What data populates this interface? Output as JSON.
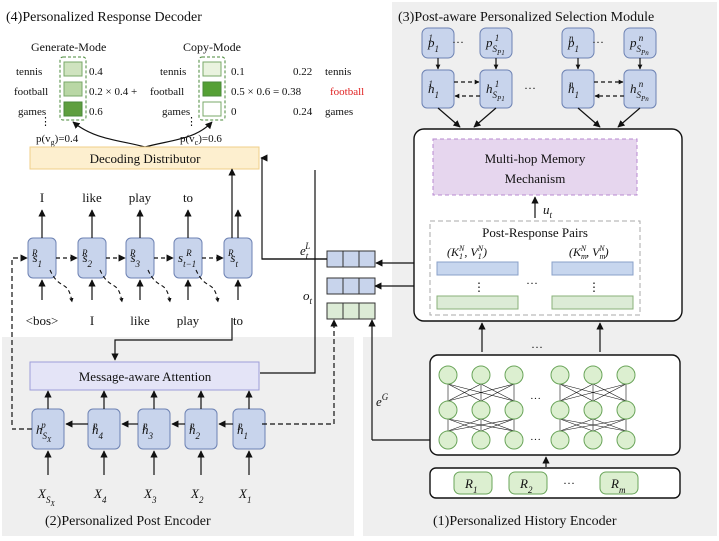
{
  "sections": {
    "decoder": "(4)Personalized Response Decoder",
    "selection": "(3)Post-aware Personalized  Selection Module",
    "post_encoder": "(2)Personalized Post Encoder",
    "history_encoder": "(1)Personalized History Encoder"
  },
  "decoder": {
    "generate_mode": "Generate-Mode",
    "copy_mode": "Copy-Mode",
    "gen_words": [
      "tennis",
      "football",
      "games"
    ],
    "gen_values": [
      "0.4",
      "0.2 × 0.4 +",
      "0.6"
    ],
    "copy_words": [
      "tennis",
      "football",
      "games"
    ],
    "copy_values": [
      "0.1",
      "0.5 × 0.6 = 0.38",
      "0"
    ],
    "result_values": [
      "0.22",
      "0.24"
    ],
    "result_words": [
      "tennis",
      "football",
      "games"
    ],
    "p_vg": "p(v",
    "p_vg_sub": "g",
    "p_vg_val": ")=0.4",
    "p_vc": "p(v",
    "p_vc_sub": "c",
    "p_vc_val": ")=0.6",
    "distributor": "Decoding Distributor",
    "outputs": [
      "I",
      "like",
      "play",
      "to"
    ],
    "inputs": [
      "<bos>",
      "I",
      "like",
      "play",
      "to"
    ],
    "states": [
      "s",
      "s",
      "s",
      "s",
      "s"
    ],
    "state_subs": [
      "1",
      "2",
      "3",
      "t−1",
      "t"
    ],
    "state_sup": "R",
    "vdots": "⋮",
    "colors": {
      "gen_light": "#cfe3bf",
      "gen_dark": "#5f9f3f",
      "copy_light": "#eaf3df",
      "copy_dark": "#55a035"
    }
  },
  "post_encoder": {
    "attention": "Message-aware Attention",
    "state_sup": "p",
    "state_subs": [
      "S",
      "4",
      "3",
      "2",
      "1"
    ],
    "state_sub_sub": "X",
    "inputs": [
      "X",
      "X",
      "X",
      "X",
      "X"
    ],
    "input_subs": [
      "S",
      "4",
      "3",
      "2",
      "1"
    ],
    "input_sub_sub": "X"
  },
  "middle": {
    "e_t": "e",
    "e_t_sub": "t",
    "e_t_sup": "L",
    "o_t": "o",
    "o_t_sub": "t",
    "e_g": "e",
    "e_g_sup": "G"
  },
  "selection": {
    "p_top": [
      "p",
      "p",
      "p",
      "p"
    ],
    "p_subs": [
      "1",
      "S",
      "1",
      "S"
    ],
    "p_sub_subs": [
      "",
      "P1",
      "",
      "Pn"
    ],
    "p_sups": [
      "1",
      "1",
      "n",
      "n"
    ],
    "h_subs": [
      "1",
      "S",
      "1",
      "S"
    ],
    "h_sub_subs": [
      "",
      "P1",
      "",
      "Pn"
    ],
    "h_sups": [
      "1",
      "1",
      "n",
      "n"
    ],
    "memory_line1": "Multi-hop Memory",
    "memory_line2": "Mechanism",
    "u_t": "u",
    "u_t_sub": "t",
    "pairs_title": "Post-Response Pairs",
    "pair1": "(K",
    "pair1_rest": ", V",
    "pair_last": "(K",
    "pair_last_rest": ", V",
    "ellipsis": "···",
    "colors": {
      "p_fill": "#c8d4ec",
      "memory_fill": "#e6d6ee",
      "blue_bar": "#c7d6ee",
      "green_bar": "#dcebd6"
    }
  },
  "history": {
    "inputs": [
      "R",
      "R",
      "R"
    ],
    "input_subs": [
      "1",
      "2",
      "m"
    ],
    "ellipsis": "···",
    "colors": {
      "node_fill": "#dcefd0",
      "input_fill": "#dcefd0"
    }
  }
}
